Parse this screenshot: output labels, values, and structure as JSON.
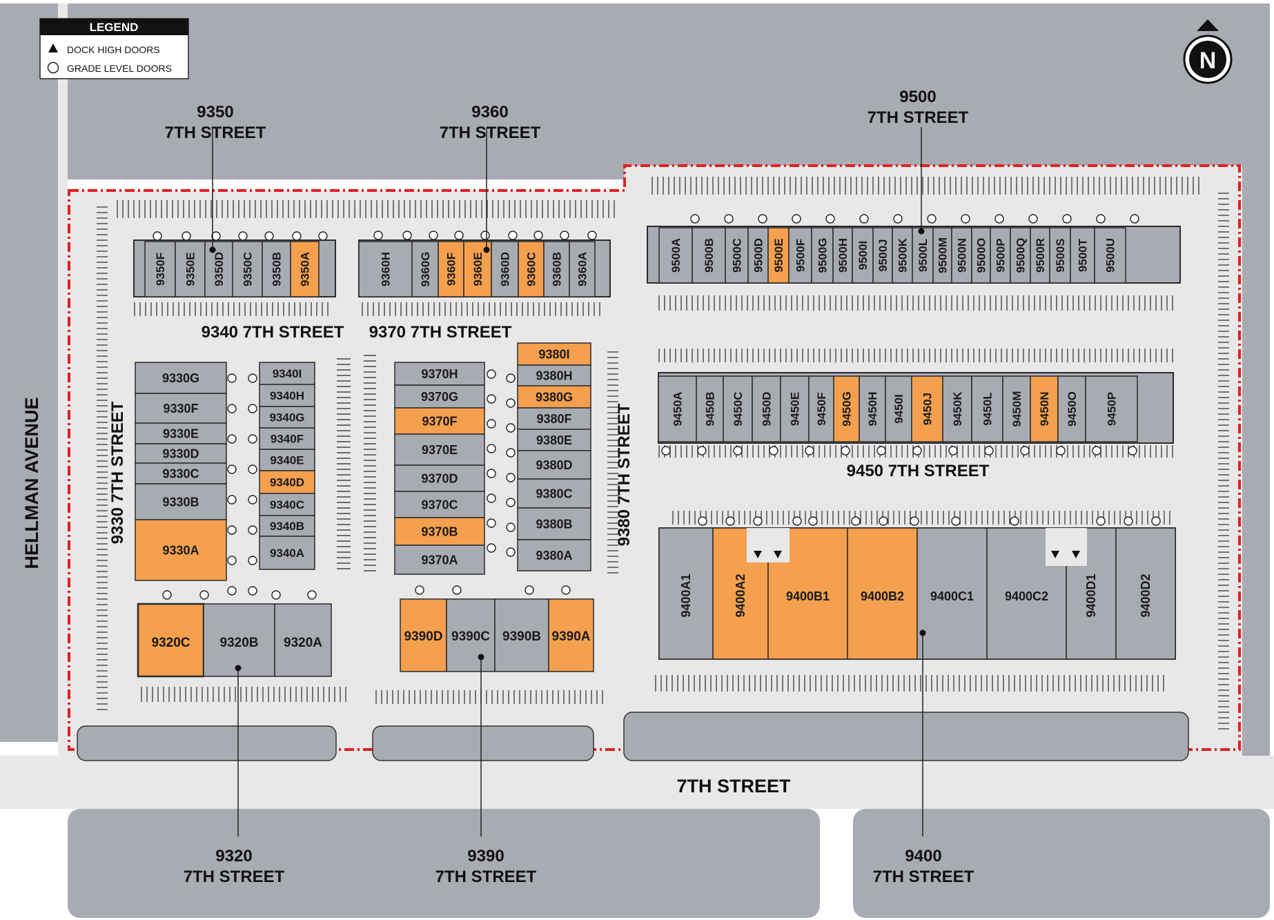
{
  "colors": {
    "bg_block": "#a9abb3",
    "lot": "#e6e6e6",
    "unit_available": "#f4a04e",
    "unit_leased": "#a9abb3",
    "unit_stroke": "#2b2b2b",
    "boundary": "#e02020"
  },
  "legend": {
    "title": "LEGEND",
    "items": [
      {
        "icon": "triangle-icon",
        "label": "DOCK HIGH DOORS"
      },
      {
        "icon": "circle-icon",
        "label": "GRADE LEVEL DOORS"
      }
    ]
  },
  "north_label": "N",
  "streets": {
    "hellman": "HELLMAN AVENUE",
    "seventh": "7TH STREET",
    "s9330": "9330 7TH STREET",
    "s9340": "9340 7TH STREET",
    "s9370": "9370 7TH STREET",
    "s9380": "9380 7TH STREET",
    "s9450": "9450 7TH STREET"
  },
  "addresses": [
    {
      "id": "9350",
      "line1": "9350",
      "line2": "7TH STREET"
    },
    {
      "id": "9360",
      "line1": "9360",
      "line2": "7TH STREET"
    },
    {
      "id": "9500",
      "line1": "9500",
      "line2": "7TH STREET"
    },
    {
      "id": "9320",
      "line1": "9320",
      "line2": "7TH STREET"
    },
    {
      "id": "9390",
      "line1": "9390",
      "line2": "7TH STREET"
    },
    {
      "id": "9400",
      "line1": "9400",
      "line2": "7TH STREET"
    }
  ],
  "units": {
    "b9350": [
      {
        "label": "9350F",
        "available": false
      },
      {
        "label": "9350E",
        "available": false
      },
      {
        "label": "9350D",
        "available": false
      },
      {
        "label": "9350C",
        "available": false
      },
      {
        "label": "9350B",
        "available": false
      },
      {
        "label": "9350A",
        "available": true
      }
    ],
    "b9360": [
      {
        "label": "9360H",
        "available": false
      },
      {
        "label": "9360G",
        "available": false
      },
      {
        "label": "9360F",
        "available": true
      },
      {
        "label": "9360E",
        "available": true
      },
      {
        "label": "9360D",
        "available": false
      },
      {
        "label": "9360C",
        "available": true
      },
      {
        "label": "9360B",
        "available": false
      },
      {
        "label": "9360A",
        "available": false
      }
    ],
    "b9500": [
      {
        "label": "9500A",
        "available": false
      },
      {
        "label": "9500B",
        "available": false
      },
      {
        "label": "9500C",
        "available": false
      },
      {
        "label": "9500D",
        "available": false
      },
      {
        "label": "9500E",
        "available": true
      },
      {
        "label": "9500F",
        "available": false
      },
      {
        "label": "9500G",
        "available": false
      },
      {
        "label": "9500H",
        "available": false
      },
      {
        "label": "9500I",
        "available": false
      },
      {
        "label": "9500J",
        "available": false
      },
      {
        "label": "9500K",
        "available": false
      },
      {
        "label": "9500L",
        "available": false
      },
      {
        "label": "9500M",
        "available": false
      },
      {
        "label": "9500N",
        "available": false
      },
      {
        "label": "9500O",
        "available": false
      },
      {
        "label": "9500P",
        "available": false
      },
      {
        "label": "9500Q",
        "available": false
      },
      {
        "label": "9500R",
        "available": false
      },
      {
        "label": "9500S",
        "available": false
      },
      {
        "label": "9500T",
        "available": false
      },
      {
        "label": "9500U",
        "available": false
      }
    ],
    "b9330": [
      {
        "label": "9330G",
        "available": false
      },
      {
        "label": "9330F",
        "available": false
      },
      {
        "label": "9330E",
        "available": false
      },
      {
        "label": "9330D",
        "available": false
      },
      {
        "label": "9330C",
        "available": false
      },
      {
        "label": "9330B",
        "available": false
      },
      {
        "label": "9330A",
        "available": true
      }
    ],
    "b9340": [
      {
        "label": "9340I",
        "available": false
      },
      {
        "label": "9340H",
        "available": false
      },
      {
        "label": "9340G",
        "available": false
      },
      {
        "label": "9340F",
        "available": false
      },
      {
        "label": "9340E",
        "available": false
      },
      {
        "label": "9340D",
        "available": true
      },
      {
        "label": "9340C",
        "available": false
      },
      {
        "label": "9340B",
        "available": false
      },
      {
        "label": "9340A",
        "available": false
      }
    ],
    "b9370": [
      {
        "label": "9370H",
        "available": false
      },
      {
        "label": "9370G",
        "available": false
      },
      {
        "label": "9370F",
        "available": true
      },
      {
        "label": "9370E",
        "available": false
      },
      {
        "label": "9370D",
        "available": false
      },
      {
        "label": "9370C",
        "available": false
      },
      {
        "label": "9370B",
        "available": true
      },
      {
        "label": "9370A",
        "available": false
      }
    ],
    "b9380": [
      {
        "label": "9380I",
        "available": true
      },
      {
        "label": "9380H",
        "available": false
      },
      {
        "label": "9380G",
        "available": true
      },
      {
        "label": "9380F",
        "available": false
      },
      {
        "label": "9380E",
        "available": false
      },
      {
        "label": "9380D",
        "available": false
      },
      {
        "label": "9380C",
        "available": false
      },
      {
        "label": "9380B",
        "available": false
      },
      {
        "label": "9380A",
        "available": false
      }
    ],
    "b9450": [
      {
        "label": "9450A",
        "available": false
      },
      {
        "label": "9450B",
        "available": false
      },
      {
        "label": "9450C",
        "available": false
      },
      {
        "label": "9450D",
        "available": false
      },
      {
        "label": "9450E",
        "available": false
      },
      {
        "label": "9450F",
        "available": false
      },
      {
        "label": "9450G",
        "available": true
      },
      {
        "label": "9450H",
        "available": false
      },
      {
        "label": "9450I",
        "available": false
      },
      {
        "label": "9450J",
        "available": true
      },
      {
        "label": "9450K",
        "available": false
      },
      {
        "label": "9450L",
        "available": false
      },
      {
        "label": "9450M",
        "available": false
      },
      {
        "label": "9450N",
        "available": true
      },
      {
        "label": "9450O",
        "available": false
      },
      {
        "label": "9450P",
        "available": false
      }
    ],
    "b9400": [
      {
        "label": "9400A1",
        "available": false
      },
      {
        "label": "9400A2",
        "available": true
      },
      {
        "label": "9400B1",
        "available": true
      },
      {
        "label": "9400B2",
        "available": true
      },
      {
        "label": "9400C1",
        "available": false
      },
      {
        "label": "9400C2",
        "available": false
      },
      {
        "label": "9400D1",
        "available": false
      },
      {
        "label": "9400D2",
        "available": false
      }
    ],
    "b9320": [
      {
        "label": "9320C",
        "available": true
      },
      {
        "label": "9320B",
        "available": false
      },
      {
        "label": "9320A",
        "available": false
      }
    ],
    "b9390": [
      {
        "label": "9390D",
        "available": true
      },
      {
        "label": "9390C",
        "available": false
      },
      {
        "label": "9390B",
        "available": false
      },
      {
        "label": "9390A",
        "available": true
      }
    ]
  }
}
